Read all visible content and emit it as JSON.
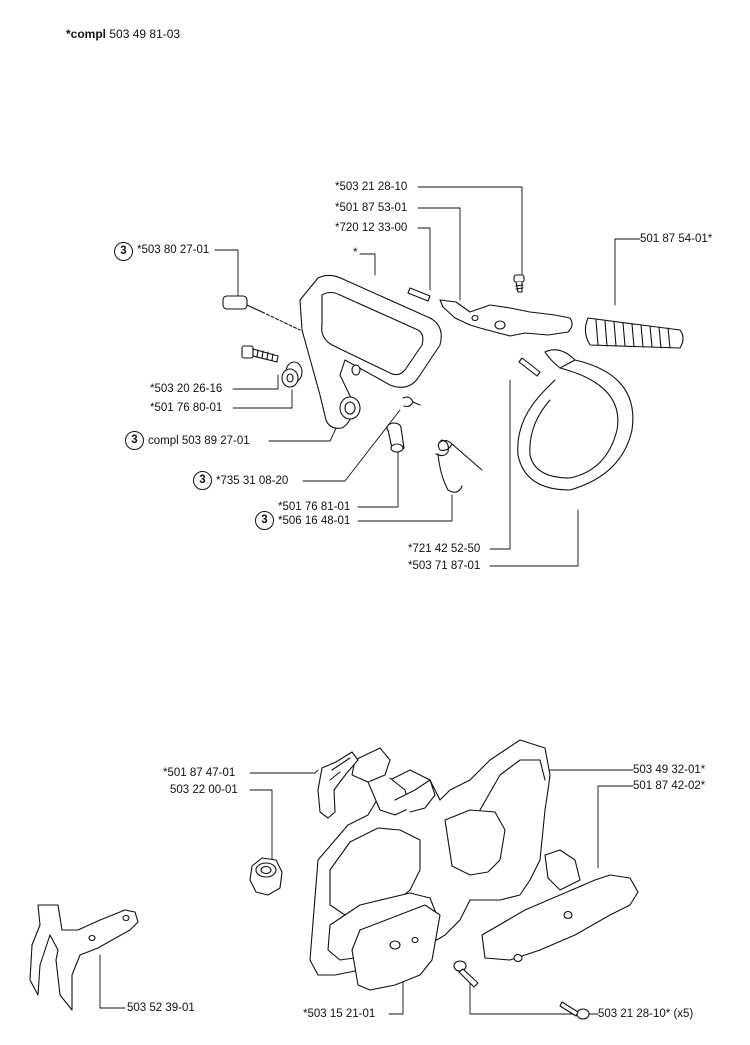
{
  "header": {
    "compl_prefix": "*compl",
    "part_no": "503 49 81-03"
  },
  "callout_marker": "3",
  "labels": {
    "l1": "*503 21 28-10",
    "l2": "*501 87 53-01",
    "l3": "*720 12 33-00",
    "l4": "501 87 54-01*",
    "l5": "*503 80 27-01",
    "l6": "*",
    "l7": "*503 20 26-16",
    "l8": "*501 76 80-01",
    "l9": "compl 503 89 27-01",
    "l10": "*735 31 08-20",
    "l11": "*501 76 81-01",
    "l12": "*506 16 48-01",
    "l13": "*721 42 52-50",
    "l14": "*503 71 87-01",
    "l15": "*501 87 47-01",
    "l16": "503 22 00-01",
    "l17": "503 49 32-01*",
    "l18": "501 87 42-02*",
    "l19": "503 52 39-01",
    "l20": "*503 15 21-01",
    "l21": "503 21 28-10* (x5)"
  }
}
